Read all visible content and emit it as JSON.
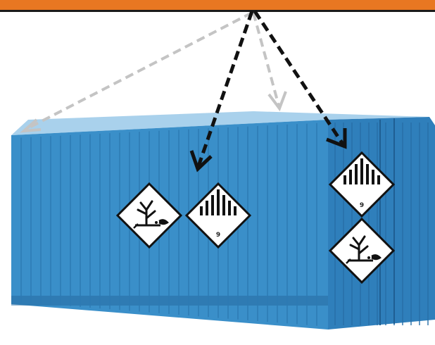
{
  "colors": {
    "top_bar": "#e87722",
    "top_bar_border": "#1a1a1a",
    "container_front": "#3a8fc9",
    "container_side": "#2f7fbb",
    "container_dark": "#24689d",
    "arrow_primary": "#111111",
    "arrow_secondary": "#c4c4c4",
    "placard_border": "#111111"
  },
  "arrows": [
    {
      "name": "arrow-to-front-left-corner",
      "style": "dashed",
      "color": "secondary"
    },
    {
      "name": "arrow-to-roof-center",
      "style": "dashed",
      "color": "secondary"
    },
    {
      "name": "arrow-to-front-placards",
      "style": "dashed",
      "color": "primary"
    },
    {
      "name": "arrow-to-side-placards",
      "style": "dashed",
      "color": "primary"
    }
  ],
  "placards": {
    "front": [
      {
        "icon": "environmentally-hazardous-substance-icon",
        "class_label": ""
      },
      {
        "icon": "class-9-misc-dangerous-goods-icon",
        "class_label": "9"
      }
    ],
    "side": [
      {
        "icon": "class-9-misc-dangerous-goods-icon",
        "class_label": "9"
      },
      {
        "icon": "environmentally-hazardous-substance-icon",
        "class_label": ""
      }
    ]
  }
}
